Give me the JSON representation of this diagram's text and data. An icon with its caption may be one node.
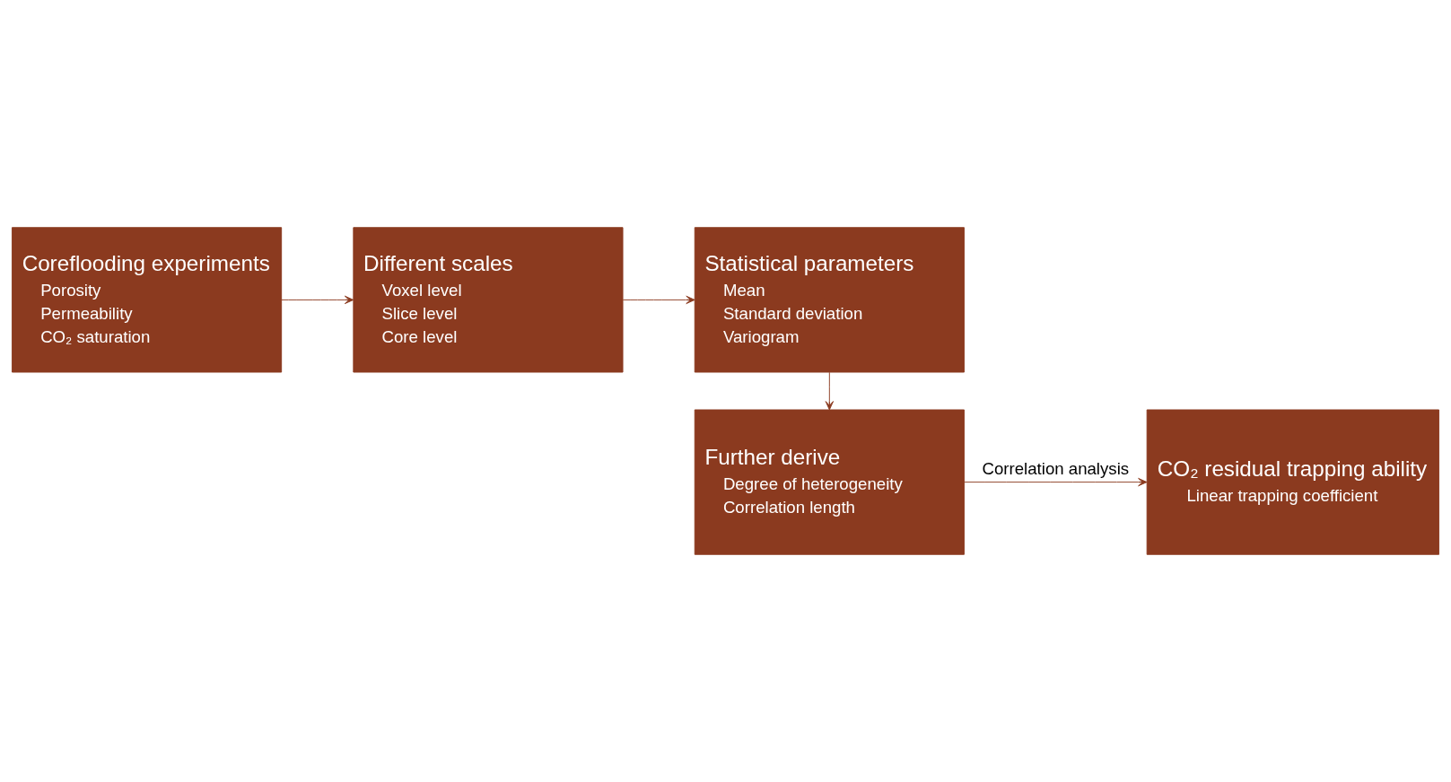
{
  "diagram": {
    "nodes": [
      {
        "text": [
          "Coreflooding experiments",
          "Porosity",
          "Permeability",
          "CO₂ saturation"
        ]
      },
      {
        "text": [
          "Different scales",
          "Voxel level",
          "Slice level",
          "Core level"
        ]
      },
      {
        "text": [
          "Statistical parameters",
          "Mean",
          "Standard deviation",
          "Variogram"
        ]
      },
      {
        "text": [
          "Further derive",
          "Degree of heterogeneity",
          "Correlation length"
        ]
      },
      {
        "text": [
          "CO₂ residual trapping ability",
          "Linear trapping coefficient"
        ]
      }
    ],
    "edges": [
      {
        "from": 0,
        "to": 1,
        "arrow": "to"
      },
      {
        "from": 1,
        "to": 2,
        "arrow": "to"
      },
      {
        "from": 2,
        "to": 3,
        "arrow": "to"
      },
      {
        "from": 3,
        "to": 4,
        "arrow": "to",
        "label": "Correlation analysis"
      }
    ]
  }
}
